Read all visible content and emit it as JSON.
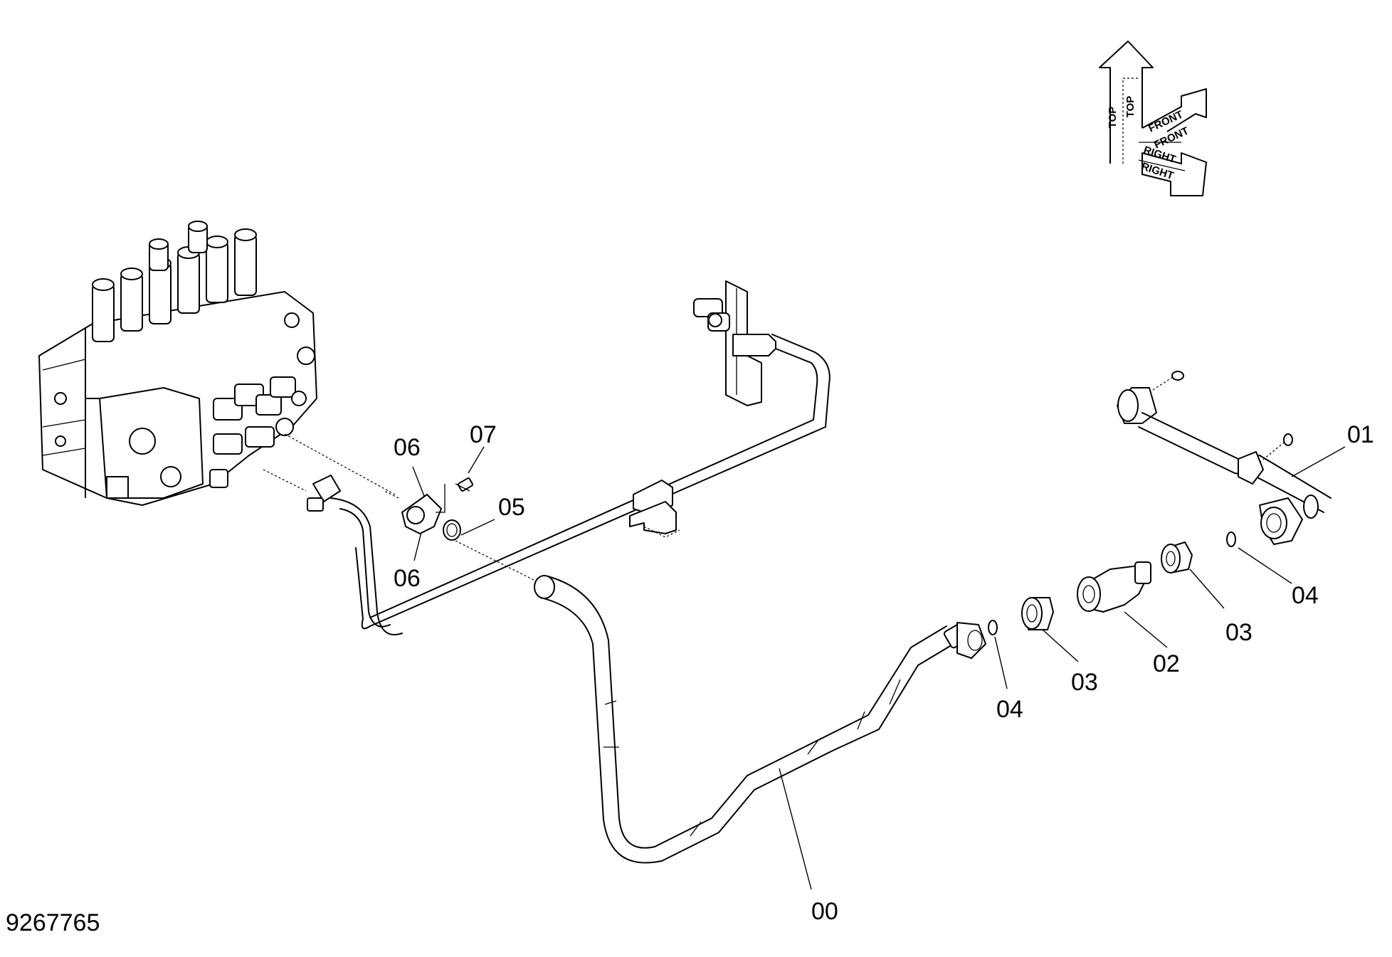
{
  "drawing_number": "9267765",
  "orientation": {
    "top": "TOP",
    "front": "FRONT",
    "right": "RIGHT"
  },
  "callouts": [
    {
      "id": "c00",
      "text": "00"
    },
    {
      "id": "c01",
      "text": "01"
    },
    {
      "id": "c02",
      "text": "02"
    },
    {
      "id": "c03a",
      "text": "03"
    },
    {
      "id": "c03b",
      "text": "03"
    },
    {
      "id": "c04a",
      "text": "04"
    },
    {
      "id": "c04b",
      "text": "04"
    },
    {
      "id": "c05",
      "text": "05"
    },
    {
      "id": "c06a",
      "text": "06"
    },
    {
      "id": "c06b",
      "text": "06"
    },
    {
      "id": "c07",
      "text": "07"
    }
  ]
}
